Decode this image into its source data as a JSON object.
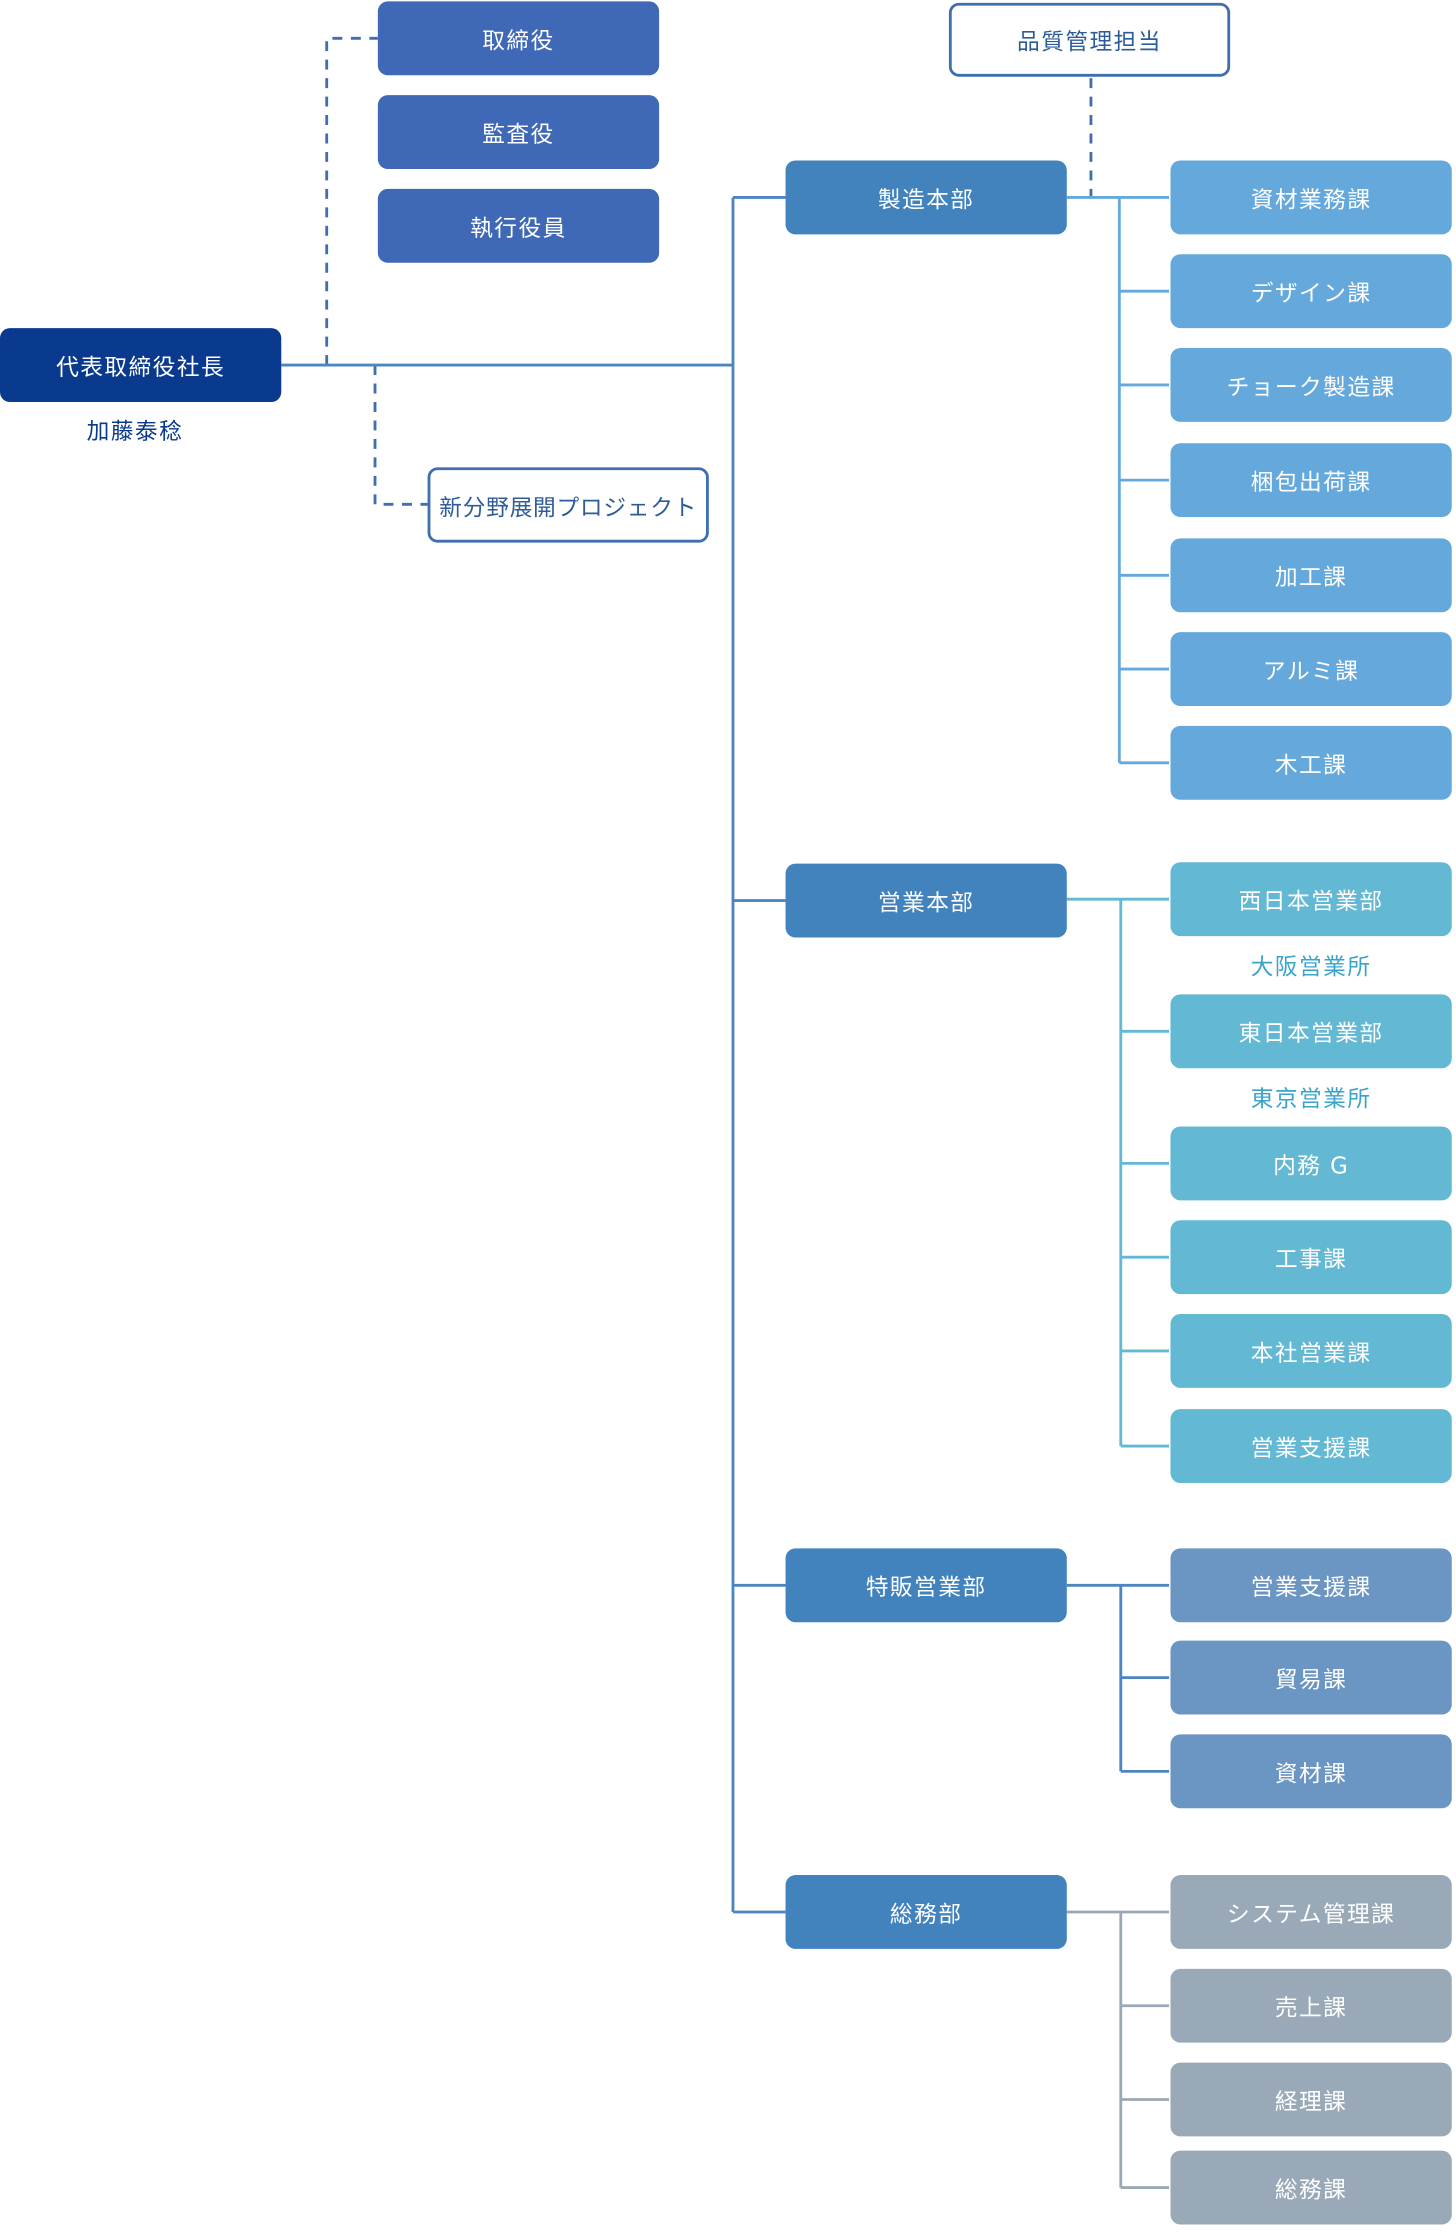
{
  "president": {
    "title": "代表取締役社長",
    "name": "加藤泰稔"
  },
  "executives": [
    "取締役",
    "監査役",
    "執行役員"
  ],
  "project": "新分野展開プロジェクト",
  "quality": "品質管理担当",
  "divisions": [
    {
      "name": "製造本部",
      "units": [
        "資材業務課",
        "デザイン課",
        "チョーク製造課",
        "梱包出荷課",
        "加工課",
        "アルミ課",
        "木工課"
      ]
    },
    {
      "name": "営業本部",
      "units": [
        "西日本営業部",
        "東日本営業部",
        "内務 G",
        "工事課",
        "本社営業課",
        "営業支援課"
      ],
      "offices": [
        "大阪営業所",
        "東京営業所"
      ]
    },
    {
      "name": "特販営業部",
      "units": [
        "営業支援課",
        "貿易課",
        "資材課"
      ]
    },
    {
      "name": "総務部",
      "units": [
        "システム管理課",
        "売上課",
        "経理課",
        "総務課"
      ]
    }
  ],
  "colors": {
    "president": "#093a8e",
    "executive": "#3f69b6",
    "division": "#4283be",
    "manufacturing_units": "#65a9dc",
    "sales_units": "#63b8d4",
    "special_sales_units": "#6b95c2",
    "general_affairs_units": "#9aa9b8",
    "line": "#4d85c1",
    "sales_line": "#63b8d4",
    "special_line": "#4d85c1",
    "general_line": "#9aa9b8"
  }
}
